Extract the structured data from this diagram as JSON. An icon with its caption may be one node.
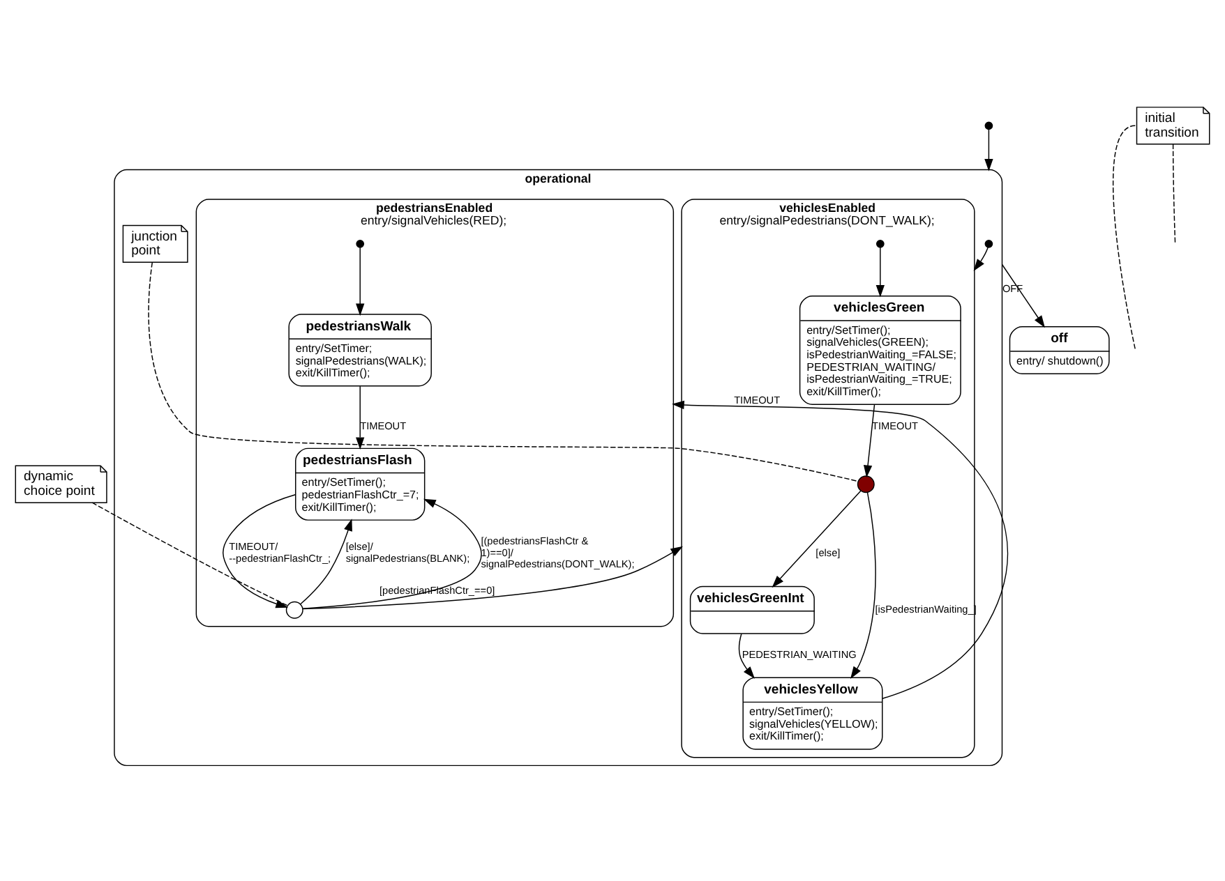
{
  "diagram": {
    "nodes": [
      {
        "text": [
          "operational"
        ]
      },
      {
        "text": [
          "vehiclesEnabled",
          "entry/signalPedestrians(DONT_WALK);"
        ],
        "in": 0
      },
      {
        "text": [],
        "shape": "circle",
        "in": 0
      },
      {
        "text": [
          "vehiclesGreen",
          "entry/SetTimer(); signalVehicles(GREEN); isPedestrianWaiting_=FALSE; PEDESTRIAN_WAITING/ isPedestrianWaiting_=TRUE; exit/KillTimer();"
        ],
        "in": 1
      },
      {
        "text": [],
        "shape": "circle",
        "in": 1
      },
      {
        "text": [],
        "shape": "circle",
        "in": 1
      },
      {
        "text": [
          "vehiclesGreenInt"
        ],
        "in": 1
      },
      {
        "text": [
          "vehiclesYellow",
          "entry/SetTimer(); signalVehicles(YELLOW); exit/KillTimer();"
        ],
        "in": 1
      },
      {
        "text": [
          "junction point"
        ],
        "in": 0
      },
      {
        "text": [
          "pedestriansEnabled",
          "entry/signalVehicles(RED);"
        ],
        "in": 0
      },
      {
        "text": [
          "pedestriansWalk",
          "entry/SetTimer; signalPedestrians(WALK); exit/KillTimer();"
        ],
        "in": 9
      },
      {
        "text": [],
        "shape": "circle",
        "in": 9
      },
      {
        "text": [
          "pedestriansFlash",
          "entry/SetTimer(); pedestrianFlashCtr_=7; exit/KillTimer();"
        ],
        "in": 9
      },
      {
        "text": [],
        "shape": "circle",
        "in": 9
      },
      {
        "text": [],
        "shape": "circle"
      },
      {
        "text": [
          "initial transition"
        ]
      },
      {
        "text": [
          "off",
          "entry/ shutdown()"
        ]
      },
      {
        "text": [
          "dynamic choice point"
        ]
      }
    ],
    "edges": [
      {
        "from": 14,
        "to": 0,
        "arrow": "to"
      },
      {
        "from": 2,
        "to": 1,
        "arrow": "to"
      },
      {
        "from": 4,
        "to": 3,
        "arrow": "to"
      },
      {
        "from": 11,
        "to": 10,
        "arrow": "to"
      },
      {
        "from": 3,
        "to": 5,
        "arrow": "to",
        "label": "TIMEOUT"
      },
      {
        "from": 5,
        "to": 6,
        "arrow": "to",
        "label": "[else]"
      },
      {
        "from": 5,
        "to": 7,
        "arrow": "to",
        "label": "[isPedestrianWaiting_]"
      },
      {
        "from": 6,
        "to": 7,
        "arrow": "to",
        "label": "PEDESTRIAN_WAITING"
      },
      {
        "from": 7,
        "to": 9,
        "arrow": "to",
        "label": "TIMEOUT"
      },
      {
        "from": 10,
        "to": 12,
        "arrow": "to",
        "label": "TIMEOUT"
      },
      {
        "from": 12,
        "to": 13,
        "arrow": "to",
        "label": "TIMEOUT/ --pedestrianFlashCtr_;"
      },
      {
        "from": 13,
        "to": 12,
        "arrow": "to",
        "label": "[else]/ signalPedestrians(BLANK);"
      },
      {
        "from": 13,
        "to": 12,
        "arrow": "to",
        "label": "[(pedestriansFlashCtr & 1)==0]/ signalPedestrians(DONT_WALK);"
      },
      {
        "from": 13,
        "to": 1,
        "arrow": "to",
        "label": "[pedestrianFlashCtr_==0]"
      },
      {
        "from": 0,
        "to": 16,
        "arrow": "to",
        "label": "OFF"
      },
      {
        "from": 8,
        "to": 5,
        "arrow": "none",
        "style": "dashed"
      },
      {
        "from": 15,
        "to": null,
        "arrow": "none",
        "style": "dashed"
      },
      {
        "from": 15,
        "to": null,
        "arrow": "none",
        "style": "dashed"
      },
      {
        "from": 17,
        "to": 13,
        "arrow": "none",
        "style": "dashed"
      }
    ]
  }
}
